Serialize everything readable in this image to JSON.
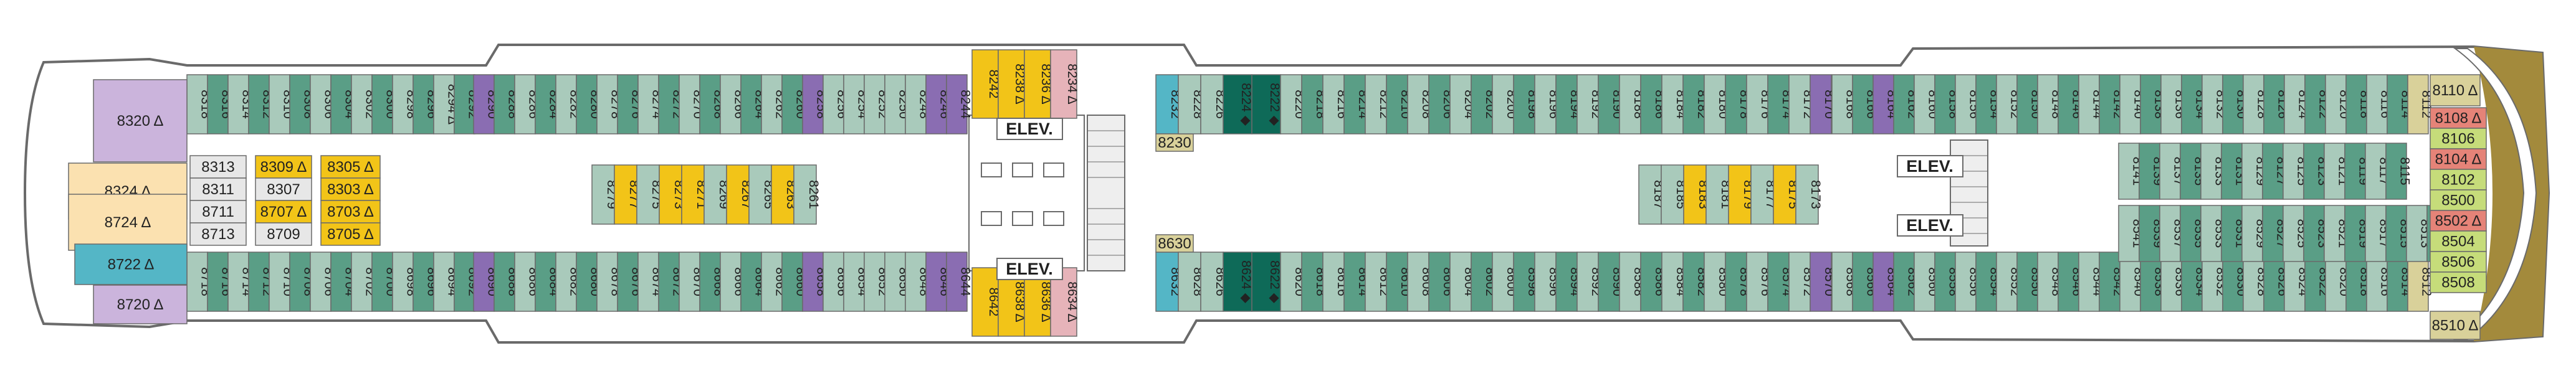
{
  "colors": {
    "hull": "#6a6a6a",
    "deck": "#ffffff",
    "bow": "#a38a3c",
    "corridor": "#ffffff",
    "lilac": "#cbb4dc",
    "peach": "#fbe1b0",
    "blue": "#54b6c6",
    "grey_blue": "#c8d2dc",
    "green": "#5a9e86",
    "light_green": "#a9cabb",
    "dark_teal": "#0e6a58",
    "yellow": "#f2c418",
    "pink": "#e6b3b9",
    "purple": "#8a6db2",
    "salmon": "#e58378",
    "lime": "#c6dc7a",
    "khaki": "#d9d19a",
    "light_grey": "#e7e7e7"
  },
  "elevators": {
    "label": "ELEV."
  },
  "legend_icons": [
    "wheelchair-icon",
    "connecting-arrow-icon",
    "triangle-sofa-icon",
    "diamond-icon"
  ],
  "aft": {
    "top": [
      "8318",
      "8316",
      "8314",
      "8312",
      "8310",
      "8308",
      "8306",
      "8304",
      "8302",
      "8300",
      "8298",
      "8296",
      "8294 Δ",
      "8292"
    ],
    "bottom": [
      "8718",
      "8716",
      "8714",
      "8712",
      "8710",
      "8708",
      "8706",
      "8704",
      "8702",
      "8700",
      "8698",
      "8696",
      "8694",
      "8692"
    ],
    "suites": [
      "8320 Δ",
      "8324 Δ",
      "8724 Δ",
      "8722 Δ",
      "8720 Δ"
    ],
    "inner_left": [
      "8313",
      "8311",
      "8711",
      "8713"
    ],
    "inner_mid": [
      "8309 Δ",
      "8307",
      "8707 Δ",
      "8709"
    ],
    "inner_right": [
      "8305 Δ",
      "8303 Δ",
      "8703 Δ",
      "8705 Δ"
    ]
  },
  "mid_aft": {
    "top": [
      "8290",
      "8288",
      "8286",
      "8284",
      "8282",
      "8280",
      "8278",
      "8276",
      "8274",
      "8272",
      "8270",
      "8268",
      "8266",
      "8264",
      "8262",
      "8260"
    ],
    "bottom": [
      "8690",
      "8688",
      "8686",
      "8684",
      "8682",
      "8680",
      "8678",
      "8676",
      "8674",
      "8672",
      "8670",
      "8668",
      "8666",
      "8664",
      "8662",
      "8660"
    ],
    "inner": [
      "8279",
      "8277",
      "8275",
      "8273",
      "8271",
      "8269",
      "8267",
      "8265",
      "8263",
      "8261"
    ]
  },
  "aft_stair": {
    "top": [
      "8258",
      "8256",
      "8254",
      "8252",
      "8250",
      "8248",
      "8246",
      "8244"
    ],
    "bottom": [
      "8658",
      "8656",
      "8654",
      "8652",
      "8650",
      "8648",
      "8646",
      "8644"
    ],
    "top_special": [
      "8242",
      "8238 Δ",
      "8236 Δ",
      "8234 Δ"
    ],
    "bottom_special": [
      "8642",
      "8638 Δ",
      "8636 Δ",
      "8634 Δ"
    ]
  },
  "midship": {
    "top_special": [
      "8232",
      "8230",
      "8228",
      "8226",
      "8224 ◆",
      "8222 ◆"
    ],
    "bottom_special": [
      "8632",
      "8630",
      "8628",
      "8626",
      "8624 ◆",
      "8622 ◆"
    ],
    "top": [
      "8220",
      "8218",
      "8216",
      "8214",
      "8212",
      "8210",
      "8208",
      "8206",
      "8204",
      "8202",
      "8200",
      "8198",
      "8196",
      "8194",
      "8192",
      "8190",
      "8188",
      "8186",
      "8184",
      "8182",
      "8180",
      "8178",
      "8176",
      "8174",
      "8172",
      "8170"
    ],
    "bottom": [
      "8620",
      "8618",
      "8616",
      "8614",
      "8612",
      "8610",
      "8608",
      "8606",
      "8604",
      "8602",
      "8600",
      "8598",
      "8596",
      "8594",
      "8592",
      "8590",
      "8588",
      "8586",
      "8584",
      "8582",
      "8580",
      "8578",
      "8576",
      "8574",
      "8572",
      "8570"
    ],
    "inner": [
      "8187",
      "8185",
      "8183",
      "8181",
      "8179",
      "8177",
      "8175",
      "8173"
    ]
  },
  "forward": {
    "top": [
      "8168",
      "8166",
      "8164",
      "8162",
      "8160",
      "8158",
      "8156",
      "8154",
      "8152",
      "8150",
      "8148",
      "8146",
      "8144",
      "8142",
      "8140",
      "8138",
      "8136",
      "8134",
      "8132",
      "8130",
      "8128",
      "8126",
      "8124",
      "8122",
      "8120",
      "8118",
      "8116",
      "8114",
      "8112"
    ],
    "bottom": [
      "8568",
      "8566",
      "8564",
      "8562",
      "8560",
      "8558",
      "8556",
      "8554",
      "8552",
      "8550",
      "8548",
      "8546",
      "8544",
      "8542",
      "8540",
      "8538",
      "8536",
      "8534",
      "8532",
      "8530",
      "8528",
      "8526",
      "8524",
      "8522",
      "8520",
      "8518",
      "8516",
      "8514",
      "8512"
    ],
    "inner_top": [
      "8141",
      "8139",
      "8137",
      "8135",
      "8133",
      "8131",
      "8129",
      "8127",
      "8125",
      "8123",
      "8121",
      "8119",
      "8117",
      "8115"
    ],
    "inner_bottom": [
      "8541",
      "8539",
      "8537",
      "8535",
      "8533",
      "8531",
      "8529",
      "8527",
      "8525",
      "8523",
      "8521",
      "8519",
      "8517",
      "8515",
      "8513",
      "8511"
    ]
  },
  "bow": [
    "8110 Δ",
    "8108 Δ",
    "8106",
    "8104 Δ",
    "8102",
    "8500",
    "8502 Δ",
    "8504",
    "8506",
    "8508",
    "8510 Δ"
  ]
}
